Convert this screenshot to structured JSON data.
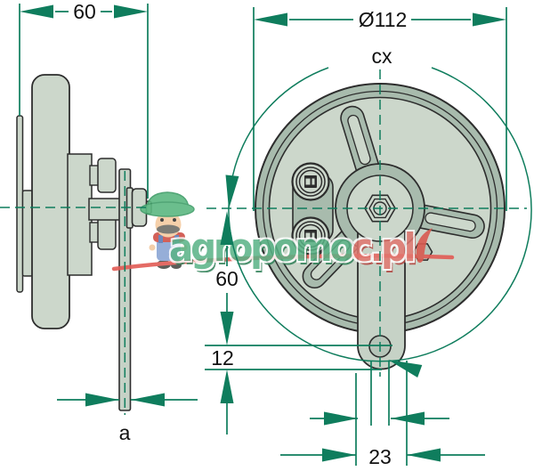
{
  "labels": {
    "horn_depth": "60",
    "diameter": "Ø112",
    "mount_circle": "cx",
    "hole_offset": "60",
    "hole_to_end": "12",
    "bracket_width": "23",
    "strap_thickness": "a"
  },
  "watermark": {
    "text_green": "agropomo",
    "text_red": "c.pl"
  },
  "colors": {
    "dimension_teal": "#0f7d5d",
    "outline_dark": "#2d2d2d",
    "fill_light": "#ccd7cb",
    "fill_shaded": "#a8bbad",
    "watermark_green": "#58b285",
    "watermark_red": "#e2766f",
    "accent_red": "#e25b55",
    "background": "#ffffff"
  }
}
